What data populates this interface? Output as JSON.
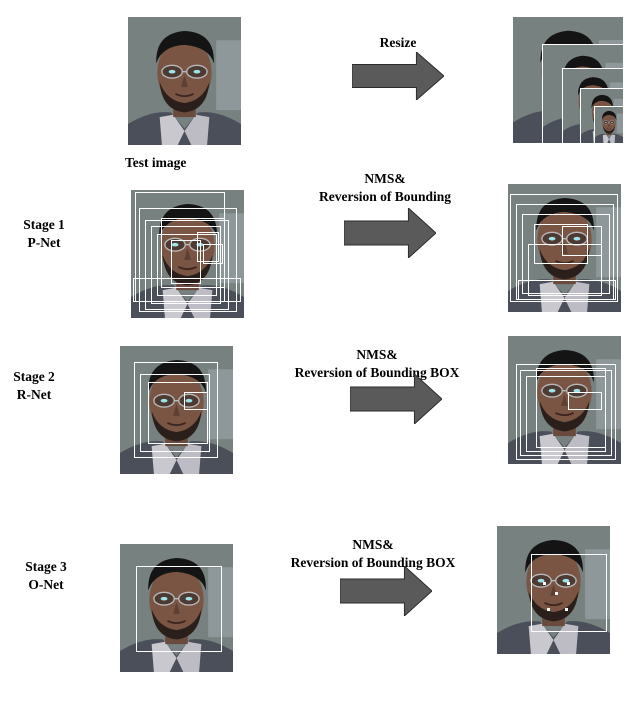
{
  "labels": {
    "test_image": "Test image",
    "resize": "Resize",
    "stage1_title": "Stage 1",
    "stage1_net": "P-Net",
    "stage2_title": "Stage 2",
    "stage2_net": "R-Net",
    "stage3_title": "Stage 3",
    "stage3_net": "O-Net",
    "stage1_step_line1": "NMS&",
    "stage1_step_line2": "Reversion of Bounding",
    "stage2_step_line1": "NMS&",
    "stage2_step_line2": "Reversion of Bounding BOX",
    "stage3_step_line1": "NMS&",
    "stage3_step_line2": "Reversion of Bounding BOX"
  },
  "colors": {
    "arrow_fill": "#5a5a5a",
    "arrow_stroke": "#2a2a2a",
    "box_stroke": "#ffffff",
    "background": "#ffffff"
  }
}
